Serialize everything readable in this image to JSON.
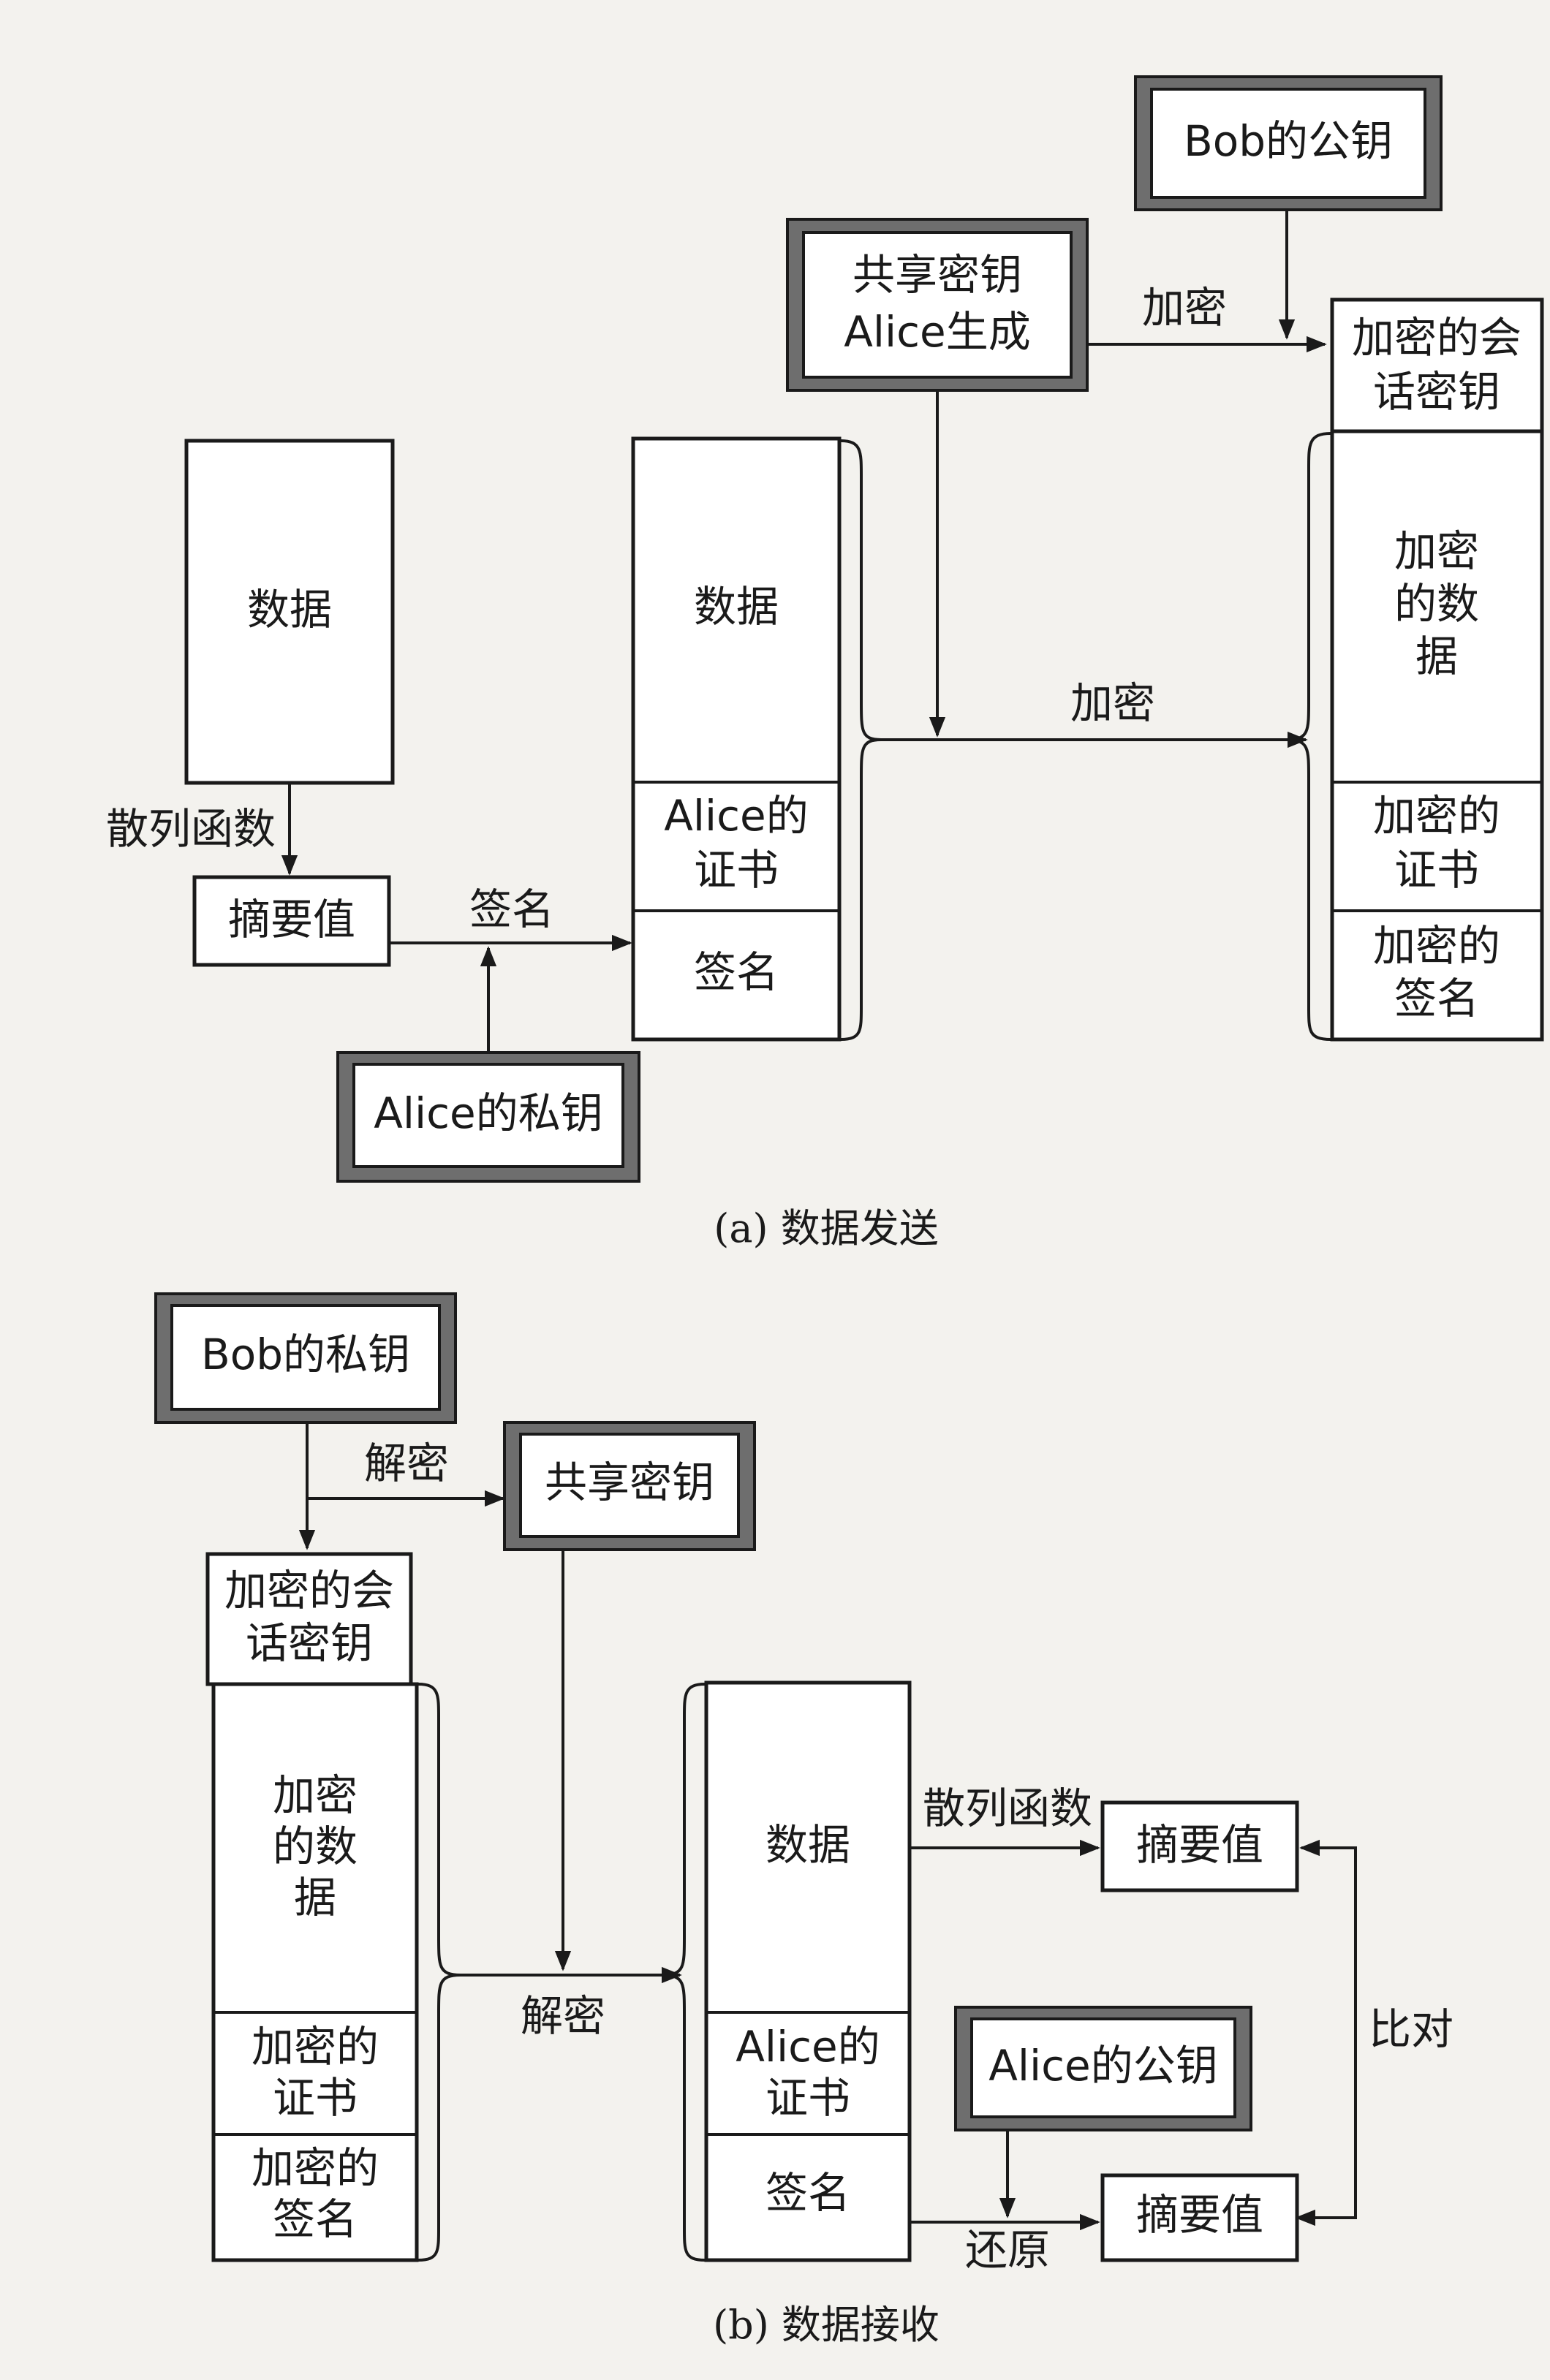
{
  "send": {
    "data_box": "数据",
    "hash_label": "散列函数",
    "digest_box": "摘要值",
    "sign_label": "签名",
    "alice_private_key": "Alice的私钥",
    "bundle": {
      "data": "数据",
      "cert": [
        "Alice的",
        "证书"
      ],
      "signature": "签名"
    },
    "shared_key": [
      "共享密钥",
      "Alice生成"
    ],
    "bob_public_key": "Bob的公钥",
    "encrypt_label_top": "加密",
    "encrypt_label_mid": "加密",
    "enc_session_key": [
      "加密的会",
      "话密钥"
    ],
    "enc_data": [
      "加密",
      "的数",
      "据"
    ],
    "enc_cert": [
      "加密的",
      "证书"
    ],
    "enc_signature": [
      "加密的",
      "签名"
    ],
    "caption": "(a) 数据发送"
  },
  "receive": {
    "bob_private_key": "Bob的私钥",
    "decrypt_label_top": "解密",
    "shared_key": "共享密钥",
    "enc_session_key": [
      "加密的会",
      "话密钥"
    ],
    "enc_data": [
      "加密",
      "的数",
      "据"
    ],
    "enc_cert": [
      "加密的",
      "证书"
    ],
    "enc_signature": [
      "加密的",
      "签名"
    ],
    "decrypt_label_mid": "解密",
    "bundle": {
      "data": "数据",
      "cert": [
        "Alice的",
        "证书"
      ],
      "signature": "签名"
    },
    "hash_label": "散列函数",
    "digest_box_1": "摘要值",
    "alice_public_key": "Alice的公钥",
    "restore_label": "还原",
    "digest_box_2": "摘要值",
    "compare_label": "比对",
    "caption": "(b) 数据接收"
  }
}
